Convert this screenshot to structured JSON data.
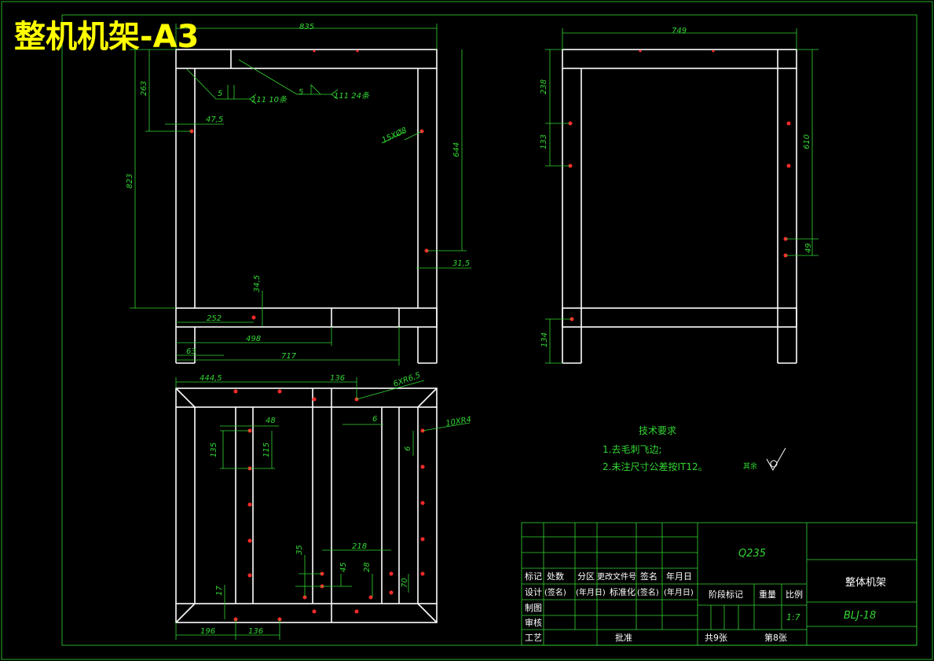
{
  "sheet_title": "整机机架-A3",
  "front_view": {
    "dims": {
      "width_total": "835",
      "h_top": "263",
      "h_total": "823",
      "off_47": "47,5",
      "weld_left": "111 10条",
      "weld_left_size": "5",
      "weld_right": "111 24条",
      "weld_right_size": "5",
      "holes": "15XØ8",
      "h_644": "644",
      "off_31": "31,5",
      "off_345": "34,5",
      "d252": "252",
      "d498": "498",
      "d63": "63",
      "d717": "717"
    }
  },
  "side_view": {
    "dims": {
      "width_total": "749",
      "h238": "238",
      "h133": "133",
      "h610": "610",
      "h49": "49",
      "h134": "134"
    }
  },
  "top_view": {
    "dims": {
      "d4445": "444,5",
      "d136a": "136",
      "holes": "6XR6,5",
      "d48": "48",
      "d6a": "6",
      "holes2": "10XR4",
      "d135": "135",
      "d115": "115",
      "d6b": "6",
      "d35": "35",
      "d218": "218",
      "d45": "45",
      "d28": "28",
      "d70": "70",
      "d17": "17",
      "d196": "196",
      "d136b": "136"
    }
  },
  "tech_requirements": {
    "heading": "技术要求",
    "items": [
      "1.去毛刺飞边;",
      "2.未注尺寸公差按IT12。"
    ],
    "roughness_label": "其余"
  },
  "title_block": {
    "material": "Q235",
    "part_name": "整体机架",
    "drawing_no": "BLJ-18",
    "row_headers": [
      "标记",
      "处数",
      "分区",
      "更改文件号",
      "签名",
      "年月日"
    ],
    "sign_row": [
      "设计",
      "(签名)",
      "(年月日)",
      "标准化",
      "(签名)",
      "(年月日)"
    ],
    "left_labels": [
      "制图",
      "审核",
      "工艺"
    ],
    "approve": "批准",
    "stage_label": "阶段标记",
    "weight_label": "重量",
    "scale_label": "比例",
    "scale_value": "1:7",
    "sheets_total": "共9张",
    "sheet_no": "第8张"
  }
}
